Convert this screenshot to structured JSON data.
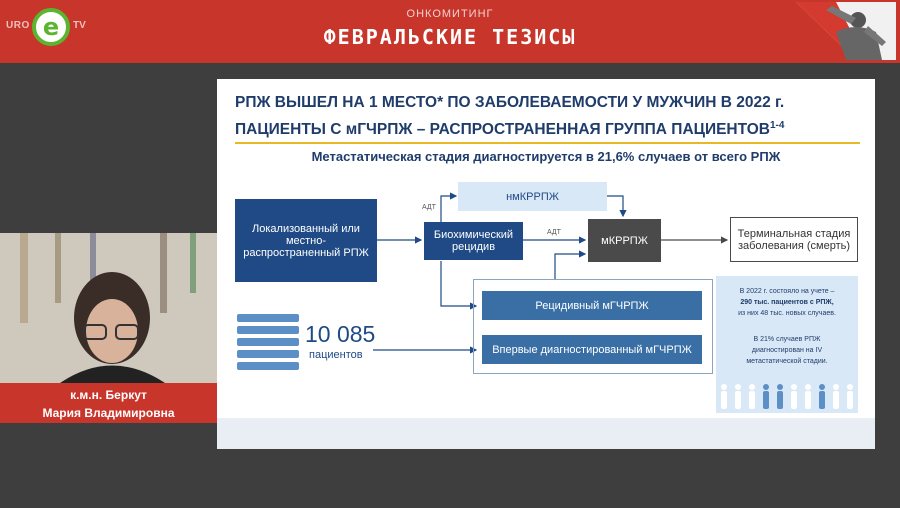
{
  "banner": {
    "logo_left": "URO",
    "logo_letter": "e",
    "logo_right": "TV",
    "subtitle": "ОНКОМИТИНГ",
    "title": "ФЕВРАЛЬСКИЕ ТЕЗИСЫ"
  },
  "slide": {
    "title_line1": "РПЖ ВЫШЕЛ НА 1 МЕСТО* ПО ЗАБОЛЕВАЕМОСТИ У МУЖЧИН В 2022 г.",
    "title_line2": "ПАЦИЕНТЫ С мГЧРПЖ – РАСПРОСТРАНЕННАЯ ГРУППА ПАЦИЕНТОВ",
    "title_sup": "1-4",
    "subtitle": "Метастатическая стадия диагностируется в 21,6% случаев от всего РПЖ",
    "boxes": {
      "localized": "Локализованный или местно-распространенный РПЖ",
      "biochem": "Биохимический рецидив",
      "nmcrpc": "нмКРРПЖ",
      "mcrpc": "мКРРПЖ",
      "terminal": "Терминальная стадия заболевания (смерть)",
      "recurrent": "Рецидивный мГЧРПЖ",
      "newly": "Впервые диагностированный мГЧРПЖ"
    },
    "labels": {
      "adt1": "АДТ",
      "adt2": "АДТ"
    },
    "patients_number": "10 085",
    "patients_label": "пациентов",
    "info": {
      "p1_line1": "В 2022 г. состояло на учете –",
      "p1_line2": "290 тыс. пациентов с РПЖ,",
      "p1_line3": "из них 48 тыс. новых случаев.",
      "p2_line1": "В 21% случаев РПЖ",
      "p2_line2": "диагностирован на IV",
      "p2_line3": "метастатической стадии."
    }
  },
  "speaker": {
    "line1": "к.м.н. Беркут",
    "line2": "Мария Владимировна"
  },
  "colors": {
    "banner_red": "#c8352b",
    "logo_green": "#5cb531",
    "navy": "#1f4a86",
    "title_navy": "#1f3c6b",
    "accent_gold": "#e8b923"
  }
}
